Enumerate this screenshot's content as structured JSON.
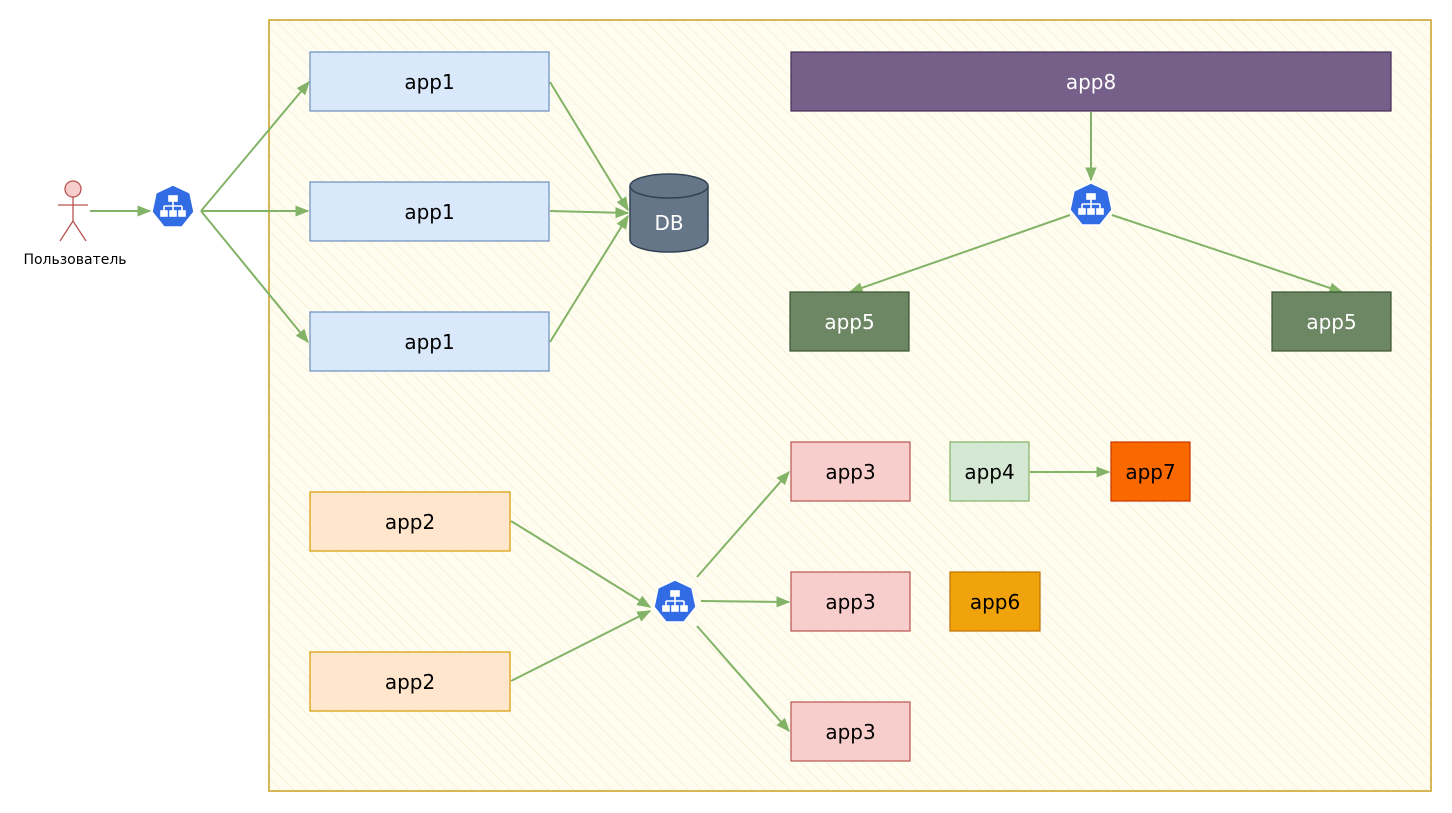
{
  "user": {
    "label": "Пользователь"
  },
  "database": {
    "label": "DB"
  },
  "colors": {
    "edge": "#82b366",
    "container_fill": "#fff2cc",
    "container_stroke": "#d6b656",
    "lb": "#326ce5"
  },
  "nodes": {
    "app1_a": {
      "label": "app1",
      "fill": "#dae8fc",
      "stroke": "#6c8ebf",
      "text": "#000000"
    },
    "app1_b": {
      "label": "app1",
      "fill": "#dae8fc",
      "stroke": "#6c8ebf",
      "text": "#000000"
    },
    "app1_c": {
      "label": "app1",
      "fill": "#dae8fc",
      "stroke": "#6c8ebf",
      "text": "#000000"
    },
    "app8": {
      "label": "app8",
      "fill": "#76608a",
      "stroke": "#432d57",
      "text": "#ffffff"
    },
    "app5_a": {
      "label": "app5",
      "fill": "#6d8764",
      "stroke": "#3a5431",
      "text": "#ffffff"
    },
    "app5_b": {
      "label": "app5",
      "fill": "#6d8764",
      "stroke": "#3a5431",
      "text": "#ffffff"
    },
    "app3_a": {
      "label": "app3",
      "fill": "#f8cecc",
      "stroke": "#b85450",
      "text": "#000000"
    },
    "app3_b": {
      "label": "app3",
      "fill": "#f8cecc",
      "stroke": "#b85450",
      "text": "#000000"
    },
    "app3_c": {
      "label": "app3",
      "fill": "#f8cecc",
      "stroke": "#b85450",
      "text": "#000000"
    },
    "app4": {
      "label": "app4",
      "fill": "#d5e8d4",
      "stroke": "#82b366",
      "text": "#000000"
    },
    "app7": {
      "label": "app7",
      "fill": "#fa6800",
      "stroke": "#c73500",
      "text": "#000000"
    },
    "app6": {
      "label": "app6",
      "fill": "#f0a30a",
      "stroke": "#bd7000",
      "text": "#000000"
    },
    "app2_a": {
      "label": "app2",
      "fill": "#ffe6cc",
      "stroke": "#d79b00",
      "text": "#000000"
    },
    "app2_b": {
      "label": "app2",
      "fill": "#ffe6cc",
      "stroke": "#d79b00",
      "text": "#000000"
    }
  },
  "edges": [
    [
      "user",
      "lb1"
    ],
    [
      "lb1",
      "app1_a"
    ],
    [
      "lb1",
      "app1_b"
    ],
    [
      "lb1",
      "app1_c"
    ],
    [
      "app1_a",
      "db"
    ],
    [
      "app1_b",
      "db"
    ],
    [
      "app1_c",
      "db"
    ],
    [
      "app8",
      "lb2"
    ],
    [
      "lb2",
      "app5_a"
    ],
    [
      "lb2",
      "app5_b"
    ],
    [
      "app2_a",
      "lb3"
    ],
    [
      "app2_b",
      "lb3"
    ],
    [
      "lb3",
      "app3_a"
    ],
    [
      "lb3",
      "app3_b"
    ],
    [
      "lb3",
      "app3_c"
    ],
    [
      "app4",
      "app7"
    ]
  ]
}
